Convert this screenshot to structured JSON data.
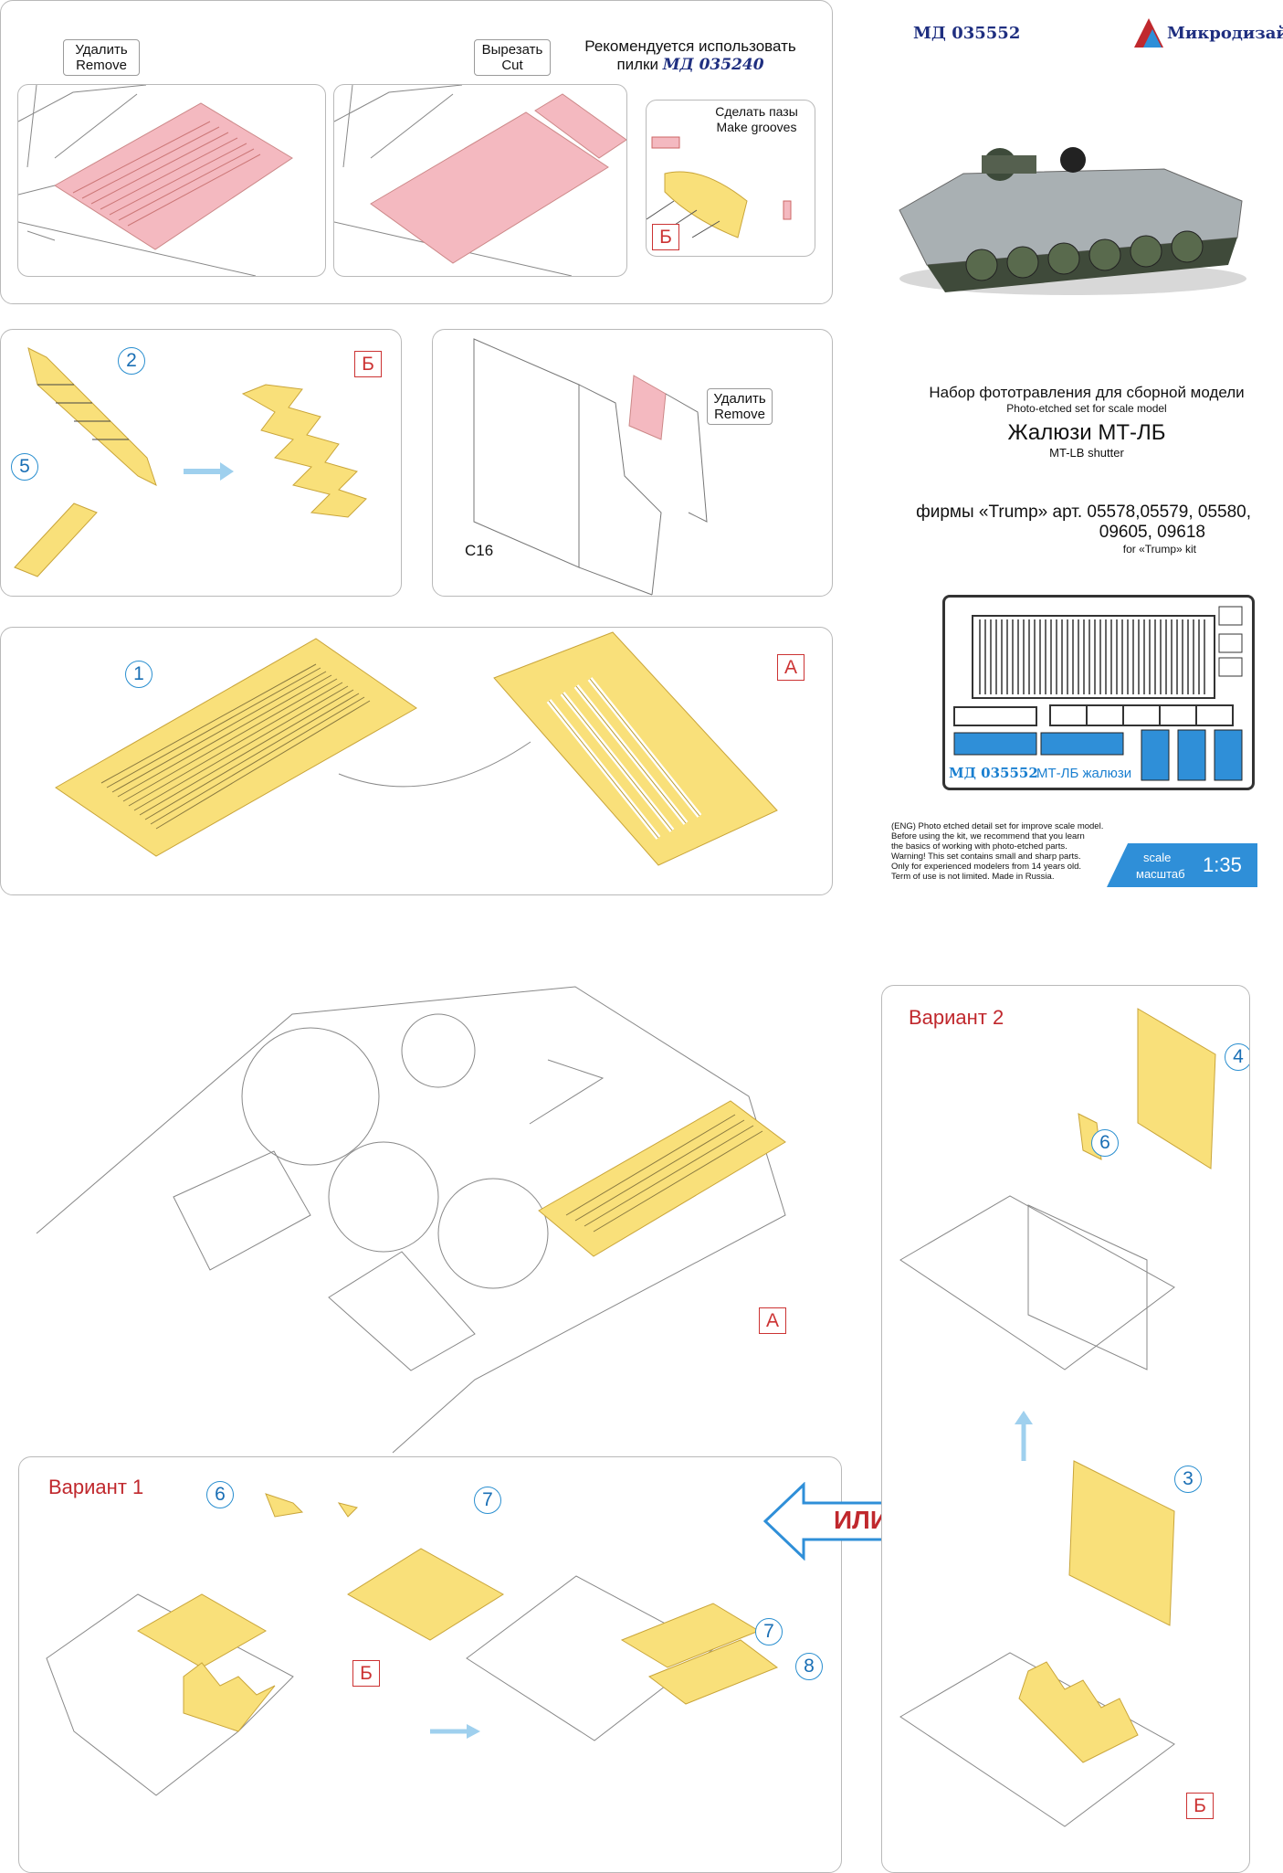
{
  "header": {
    "article": "МД 035552",
    "brand": "Микродизайн"
  },
  "panel1": {
    "remove_ru": "Удалить",
    "remove_en": "Remove",
    "cut_ru": "Вырезать",
    "cut_en": "Cut",
    "recommend_line1": "Рекомендуется использовать",
    "recommend_line2": "пилки",
    "recommend_code": "МД 035240",
    "grooves_ru": "Сделать пазы",
    "grooves_en": "Make grooves",
    "label_b": "Б"
  },
  "panel2": {
    "num_2": "2",
    "num_5": "5",
    "label_b": "Б"
  },
  "panel3": {
    "remove_ru": "Удалить",
    "remove_en": "Remove",
    "part": "C16"
  },
  "panel4": {
    "num_1": "1",
    "label_a": "А"
  },
  "info": {
    "set_title_ru": "Набор фототравления для сборной модели",
    "set_title_en": "Photo-etched set for scale model",
    "product_ru": "Жалюзи МТ-ЛБ",
    "product_en": "MT-LB shutter",
    "kit_line1": "фирмы «Trump» арт. 05578,05579, 05580,",
    "kit_line2": "09605, 09618",
    "kit_en": "for «Trump» kit",
    "fret_code": "МД 035552",
    "fret_name": "МТ-ЛБ жалюзи",
    "disclaimer": [
      "(ENG) Photo etched detail set for improve scale model.",
      "Before using the kit, we recommend that you learn",
      "the basics of working with photo-etched parts.",
      "Warning! This set contains small and sharp parts.",
      "Only for experienced modelers from 14 years old.",
      "Term of use is not limited. Made in Russia."
    ],
    "scale_en": "scale",
    "scale_ru": "масштаб",
    "scale_value": "1:35"
  },
  "main": {
    "label_a": "А"
  },
  "variant1": {
    "title": "Вариант 1",
    "num_6": "6",
    "num_7": "7",
    "num_7b": "7",
    "num_8": "8",
    "label_b": "Б"
  },
  "variant2": {
    "title": "Вариант 2",
    "num_4": "4",
    "num_6": "6",
    "num_3": "3",
    "label_b": "Б"
  },
  "or_label": "ИЛИ"
}
